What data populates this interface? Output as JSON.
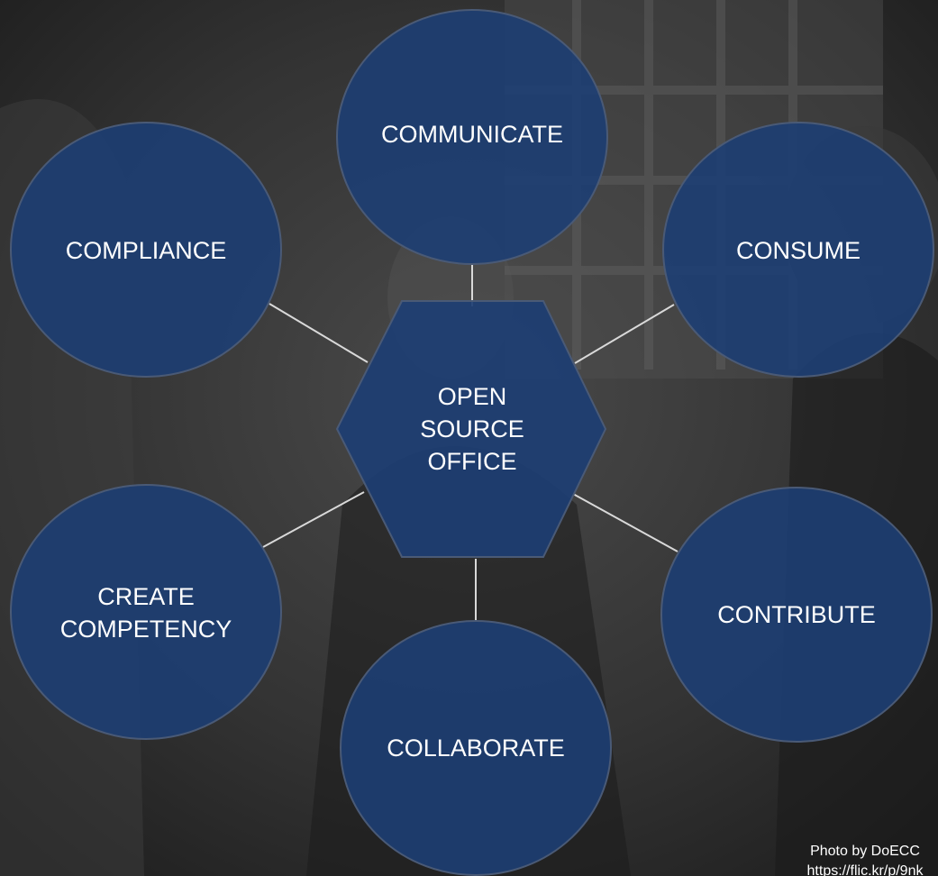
{
  "colors": {
    "node_fill": "#1d3e73",
    "node_stroke": "#4a5a76",
    "connector": "#d9d9d9",
    "text": "#ffffff",
    "photo_tint": "#2b2b2b"
  },
  "diagram": {
    "center": {
      "lines": [
        "OPEN",
        "SOURCE",
        "OFFICE"
      ],
      "shape": "hexagon"
    },
    "nodes": {
      "communicate": "COMMUNICATE",
      "consume": "CONSUME",
      "contribute": "CONTRIBUTE",
      "collaborate": "COLLABORATE",
      "create_competency": [
        "CREATE",
        "COMPETENCY"
      ],
      "compliance": "COMPLIANCE"
    }
  },
  "photo_credit": {
    "line1": "Photo by DoECC",
    "line2": "https://flic.kr/p/9nk"
  }
}
